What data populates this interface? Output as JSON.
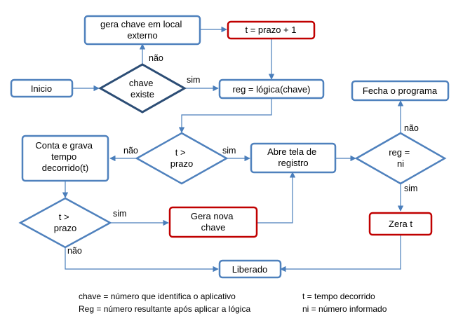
{
  "nodes": {
    "gera_chave": [
      "gera chave em local",
      "externo"
    ],
    "t_prazo_mais_1": [
      "t = prazo + 1"
    ],
    "inicio": [
      "Inicio"
    ],
    "chave_existe": [
      "chave",
      "existe"
    ],
    "reg_logica": [
      "reg = lógica(chave)"
    ],
    "fecha_programa": [
      "Fecha o programa"
    ],
    "conta_grava": [
      "Conta  e grava",
      "tempo",
      "decorrido(t)"
    ],
    "t_prazo_1": [
      "t >",
      "prazo"
    ],
    "abre_tela": [
      "Abre tela de",
      "registro"
    ],
    "reg_ni": [
      "reg =",
      "ni"
    ],
    "t_prazo_2": [
      "t >",
      "prazo"
    ],
    "gera_nova": [
      "Gera nova",
      "chave"
    ],
    "zera_t": [
      "Zera  t"
    ],
    "liberado": [
      "Liberado"
    ]
  },
  "edge_labels": {
    "chave_nao": "não",
    "chave_sim": "sim",
    "t1_nao": "não",
    "t1_sim": "sim",
    "regni_nao": "não",
    "regni_sim": "sim",
    "t2_sim": "sim",
    "t2_nao": "não"
  },
  "legend": {
    "chave": "chave = número que identifica o aplicativo",
    "reg": "Reg = número resultante após aplicar a lógica",
    "t": "t = tempo decorrido",
    "ni": "ni = número informado"
  },
  "colors": {
    "blue_border": "#4f81bd",
    "red_border": "#c00000",
    "connector": "#4a7ebb"
  }
}
